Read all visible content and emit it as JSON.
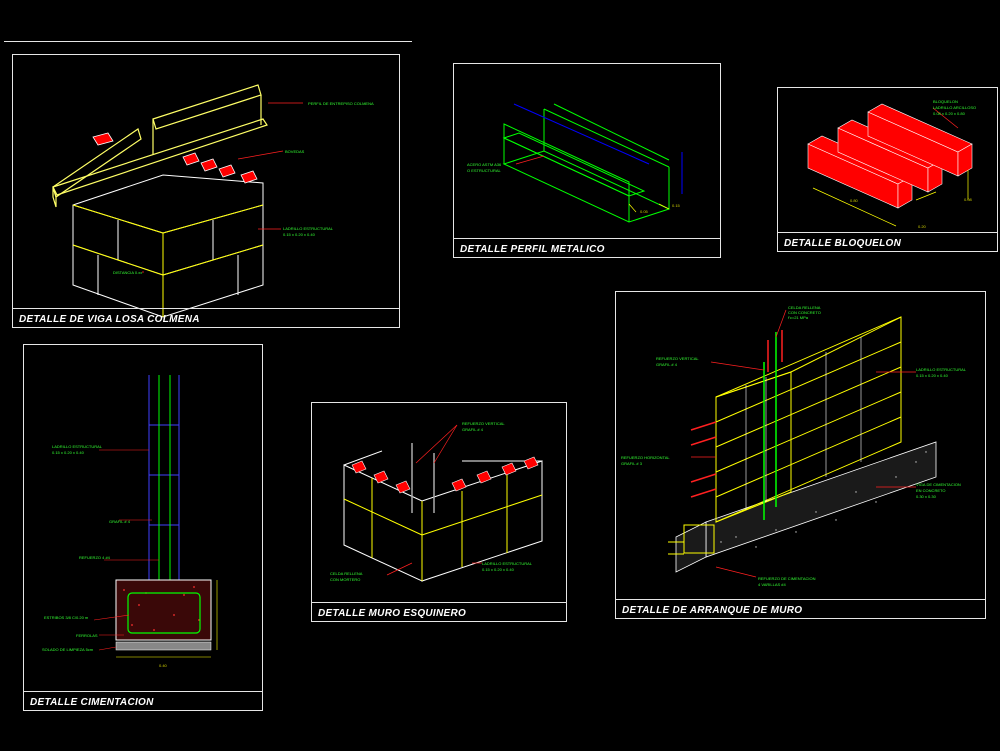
{
  "panels": {
    "viga": {
      "title": "DETALLE DE VIGA LOSA COLMENA"
    },
    "perfil": {
      "title": "DETALLE PERFIL METALICO"
    },
    "bloquelon": {
      "title": "DETALLE BLOQUELON"
    },
    "cimentacion": {
      "title": "DETALLE CIMENTACION"
    },
    "muro_esquinero": {
      "title": "DETALLE MURO ESQUINERO"
    },
    "arranque": {
      "title": "DETALLE DE ARRANQUE DE MURO"
    }
  },
  "colors": {
    "frame": "#e6e6e6",
    "block": "#ffffff",
    "mortar": "#ffff00",
    "beam": "#ffff66",
    "hollow": "#ff0000",
    "steel": "#00ff00",
    "leader": "#ff2020",
    "dimension": "#0000ff",
    "rebar_blue": "#4040ff"
  }
}
